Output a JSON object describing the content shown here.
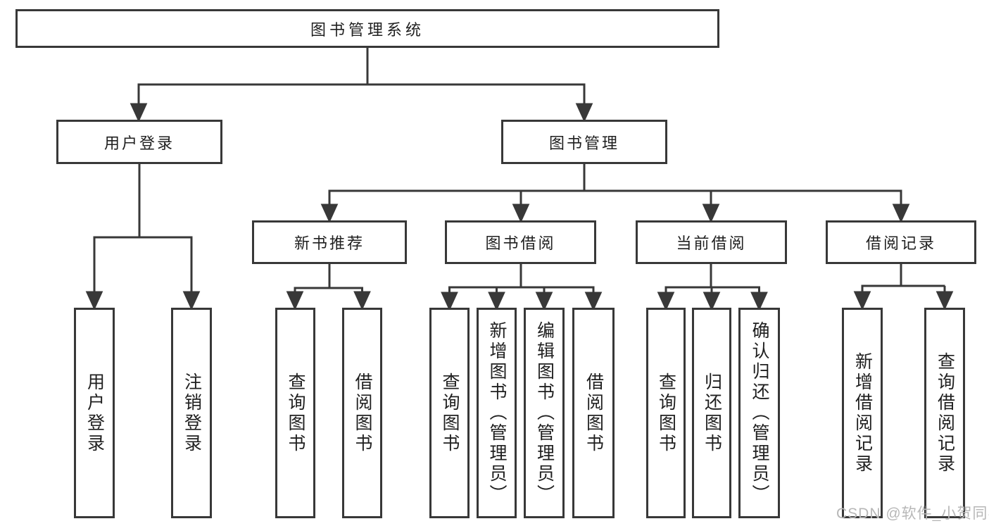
{
  "diagram": {
    "root": {
      "label": "图书管理系统"
    },
    "level2": [
      {
        "label": "用户登录"
      },
      {
        "label": "图书管理"
      }
    ],
    "level3": [
      {
        "label": "新书推荐"
      },
      {
        "label": "图书借阅"
      },
      {
        "label": "当前借阅"
      },
      {
        "label": "借阅记录"
      }
    ],
    "leaves": {
      "user_login": [
        "用户登录",
        "注销登录"
      ],
      "new_book_recommend": [
        "查询图书",
        "借阅图书"
      ],
      "book_borrowing": [
        "查询图书",
        "新增图书（管理员）",
        "编辑图书（管理员）",
        "借阅图书"
      ],
      "current_borrowing": [
        "查询图书",
        "归还图书",
        "确认归还（管理员）"
      ],
      "borrow_records": [
        "新增借阅记录",
        "查询借阅记录"
      ]
    }
  },
  "watermark": {
    "text": "CSDN @软件_小贺同学",
    "color": "#b7b7b7"
  },
  "colors": {
    "line": "#383838",
    "box_border": "#383838",
    "text": "#1f1f1f",
    "background": "#ffffff"
  }
}
